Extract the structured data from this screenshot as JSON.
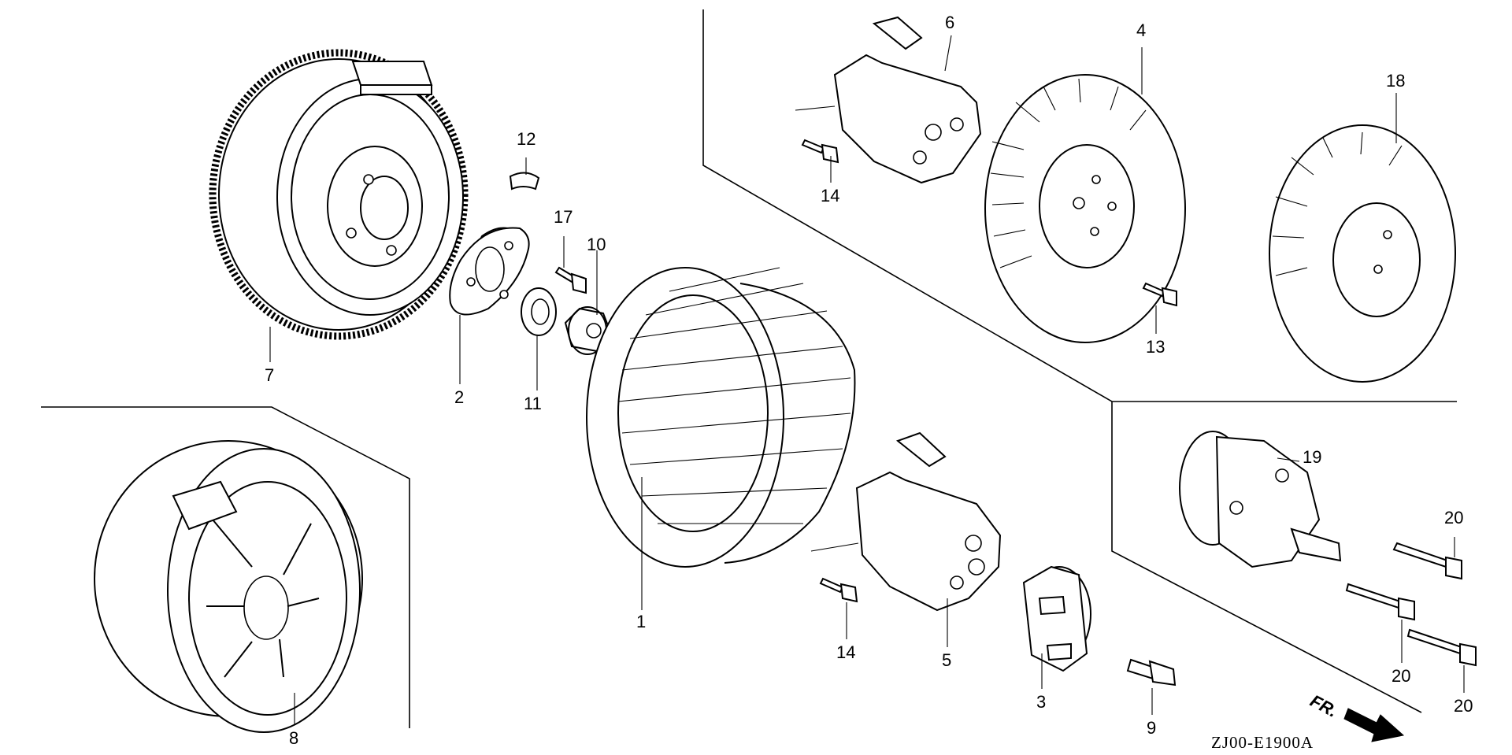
{
  "parts": [
    {
      "id": "p1",
      "number": "1"
    },
    {
      "id": "p2",
      "number": "2"
    },
    {
      "id": "p3",
      "number": "3"
    },
    {
      "id": "p4",
      "number": "4"
    },
    {
      "id": "p5",
      "number": "5"
    },
    {
      "id": "p6",
      "number": "6"
    },
    {
      "id": "p7",
      "number": "7"
    },
    {
      "id": "p8",
      "number": "8"
    },
    {
      "id": "p9",
      "number": "9"
    },
    {
      "id": "p10",
      "number": "10"
    },
    {
      "id": "p11",
      "number": "11"
    },
    {
      "id": "p12",
      "number": "12"
    },
    {
      "id": "p13",
      "number": "13"
    },
    {
      "id": "p14a",
      "number": "14"
    },
    {
      "id": "p14b",
      "number": "14"
    },
    {
      "id": "p17",
      "number": "17"
    },
    {
      "id": "p18",
      "number": "18"
    },
    {
      "id": "p19",
      "number": "19"
    },
    {
      "id": "p20a",
      "number": "20"
    },
    {
      "id": "p20b",
      "number": "20"
    },
    {
      "id": "p20c",
      "number": "20"
    }
  ],
  "direction_label": "FR.",
  "drawing_code": "ZJ00-E1900A"
}
